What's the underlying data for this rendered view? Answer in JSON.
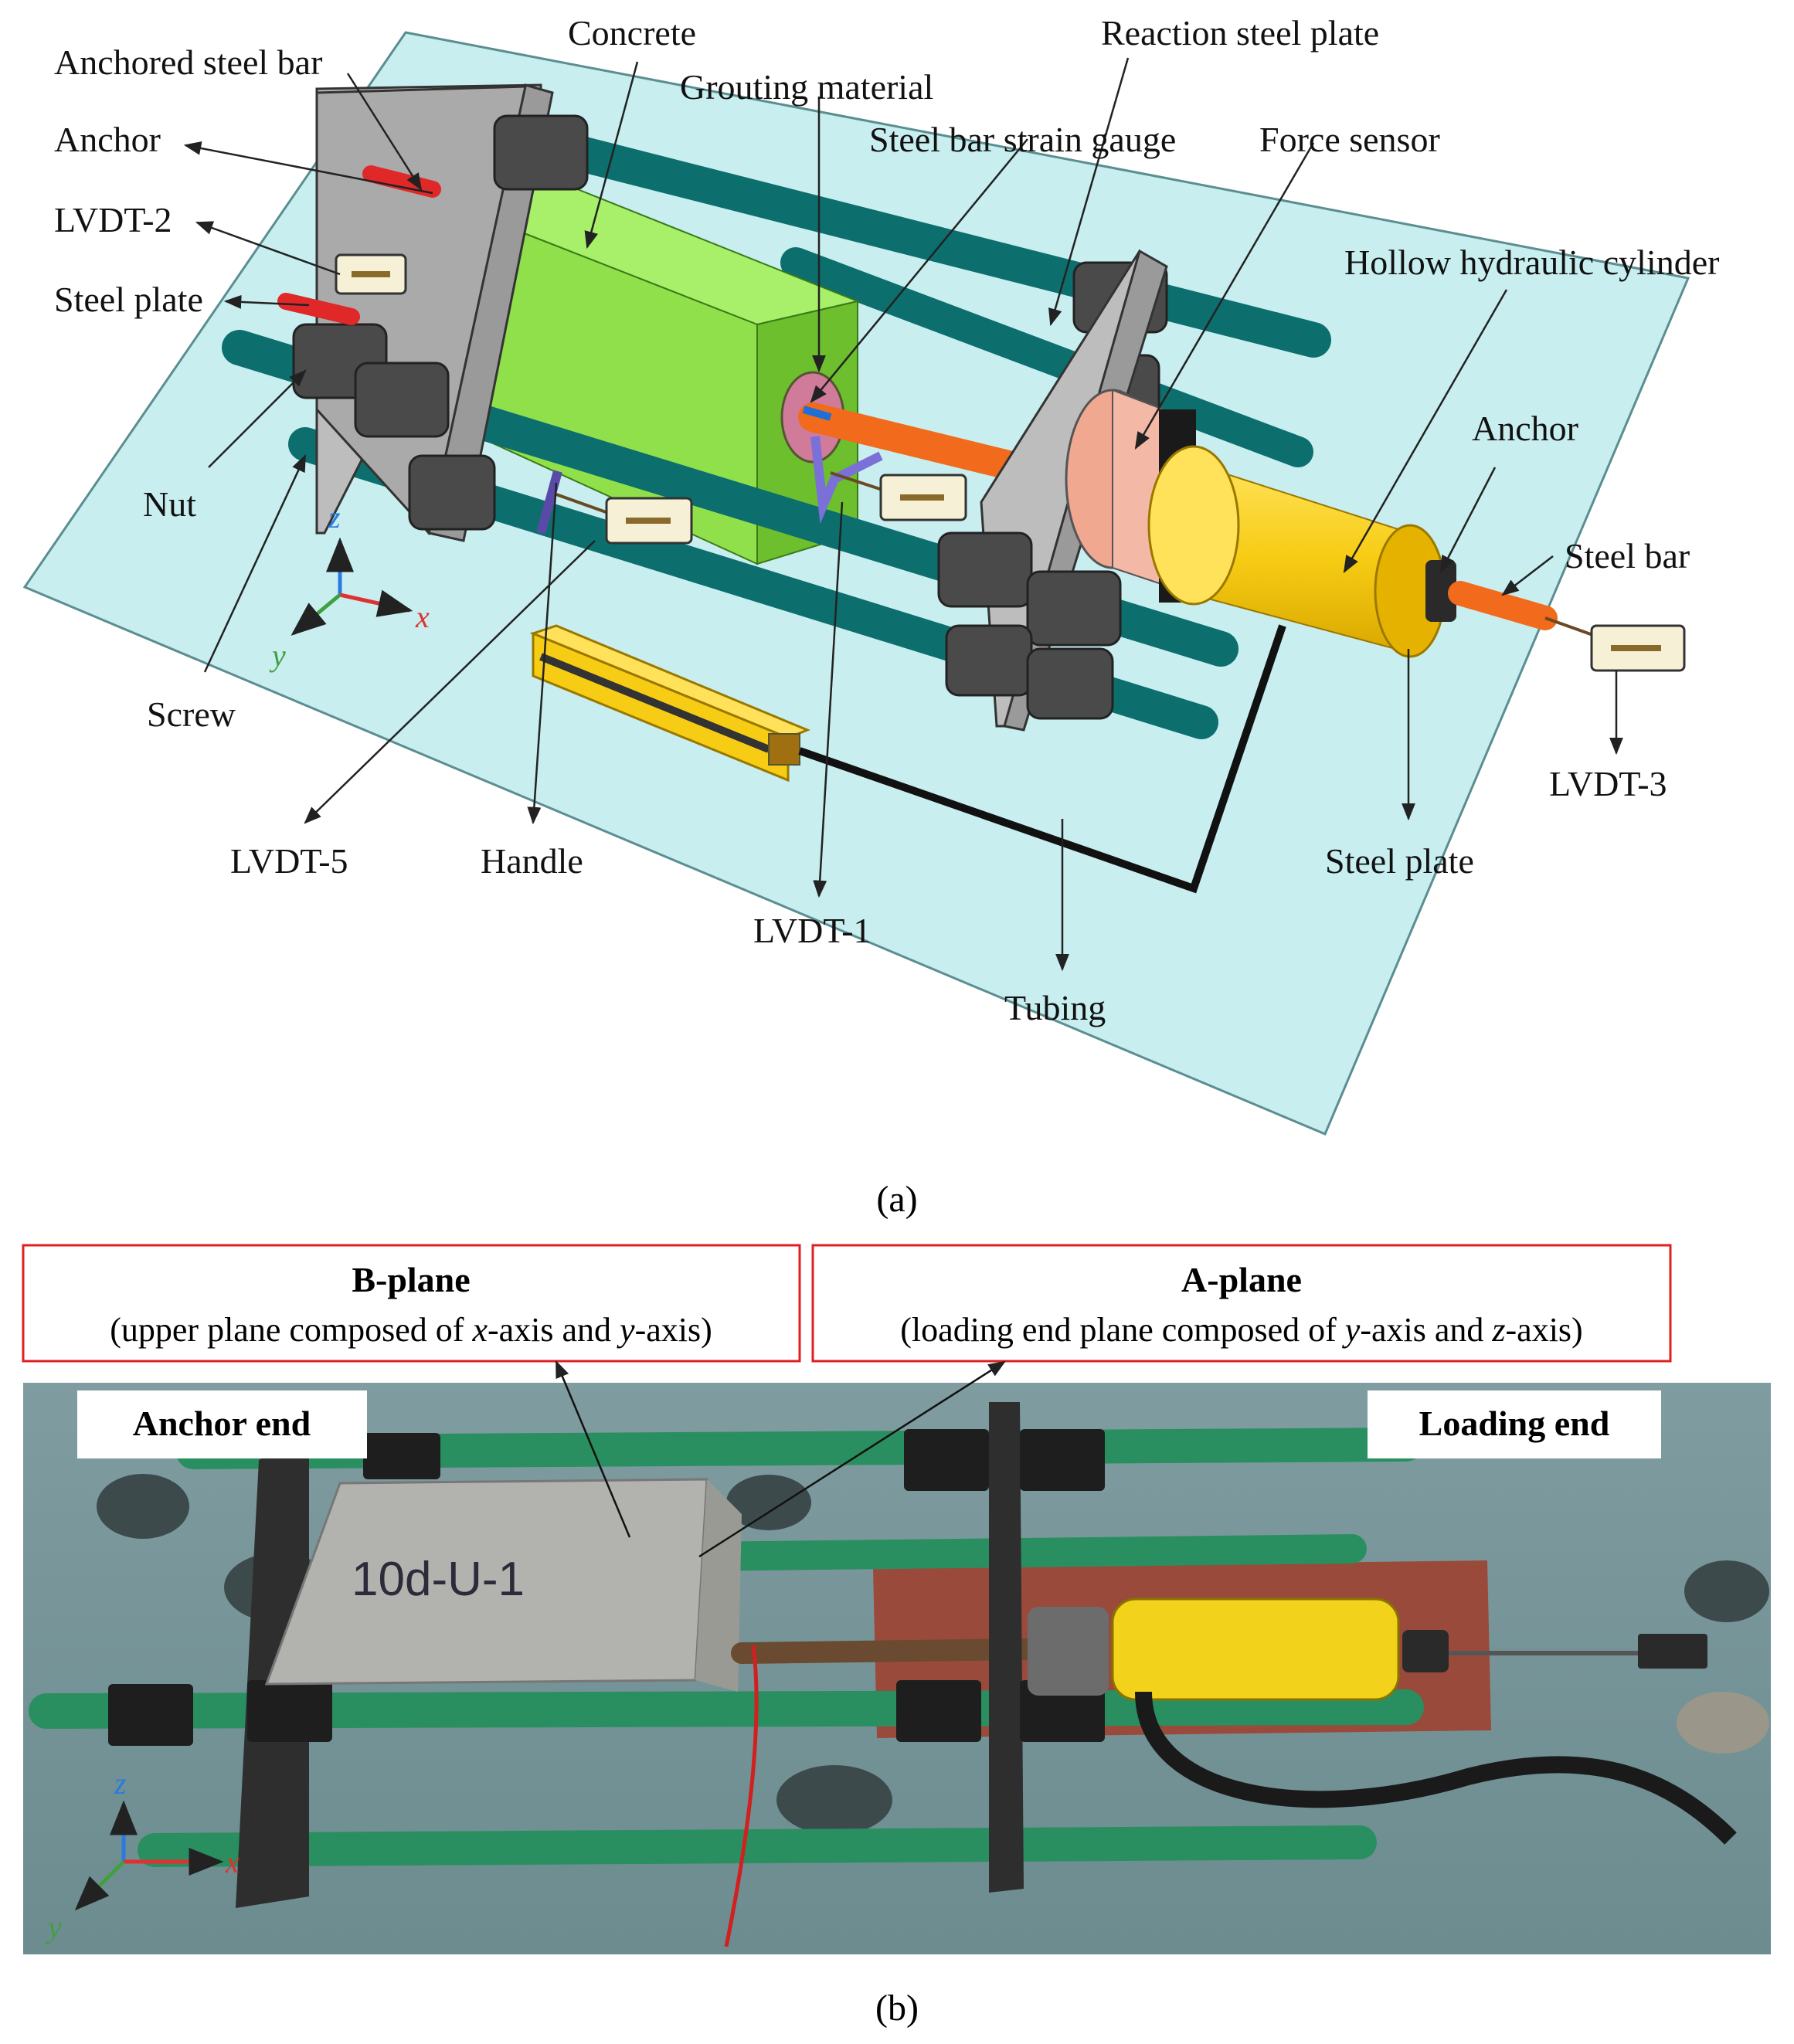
{
  "panel_a": {
    "labels": {
      "anchored_steel_bar": "Anchored steel bar",
      "concrete": "Concrete",
      "grouting_material": "Grouting material",
      "reaction_steel_plate": "Reaction steel plate",
      "steel_bar_strain_gauge": "Steel bar strain gauge",
      "force_sensor": "Force sensor",
      "anchor_left": "Anchor",
      "lvdt2": "LVDT-2",
      "steel_plate_left": "Steel plate",
      "hollow_cylinder": "Hollow hydraulic cylinder",
      "anchor_right": "Anchor",
      "steel_bar": "Steel bar",
      "nut": "Nut",
      "screw": "Screw",
      "lvdt5": "LVDT-5",
      "handle": "Handle",
      "lvdt1": "LVDT-1",
      "tubing": "Tubing",
      "steel_plate_right": "Steel plate",
      "lvdt3": "LVDT-3"
    },
    "axes": {
      "z": "z",
      "x": "x",
      "y": "y"
    },
    "caption": "(a)"
  },
  "panel_b": {
    "b_plane": {
      "title": "B-plane",
      "pre1": "(upper plane composed of ",
      "v1": "x",
      "mid": "-axis and ",
      "v2": "y",
      "post": "-axis)"
    },
    "a_plane": {
      "title": "A-plane",
      "pre1": "(loading end plane composed of ",
      "v1": "y",
      "mid": "-axis and ",
      "v2": "z",
      "post": "-axis)"
    },
    "anchor_end": "Anchor end",
    "loading_end": "Loading end",
    "specimen_mark": "10d-U-1",
    "axes": {
      "z": "z",
      "x": "x",
      "y": "y"
    },
    "caption": "(b)"
  },
  "colors": {
    "base_plate": "#c8eef0",
    "concrete": "#8fe04a",
    "rod": "#0d6e6e",
    "nut": "#4a4a4a",
    "cylinder": "#f7cc14",
    "steel_bar": "#f26a1b",
    "force_sensor": "#f4b8a6",
    "box_border": "#e02020"
  }
}
